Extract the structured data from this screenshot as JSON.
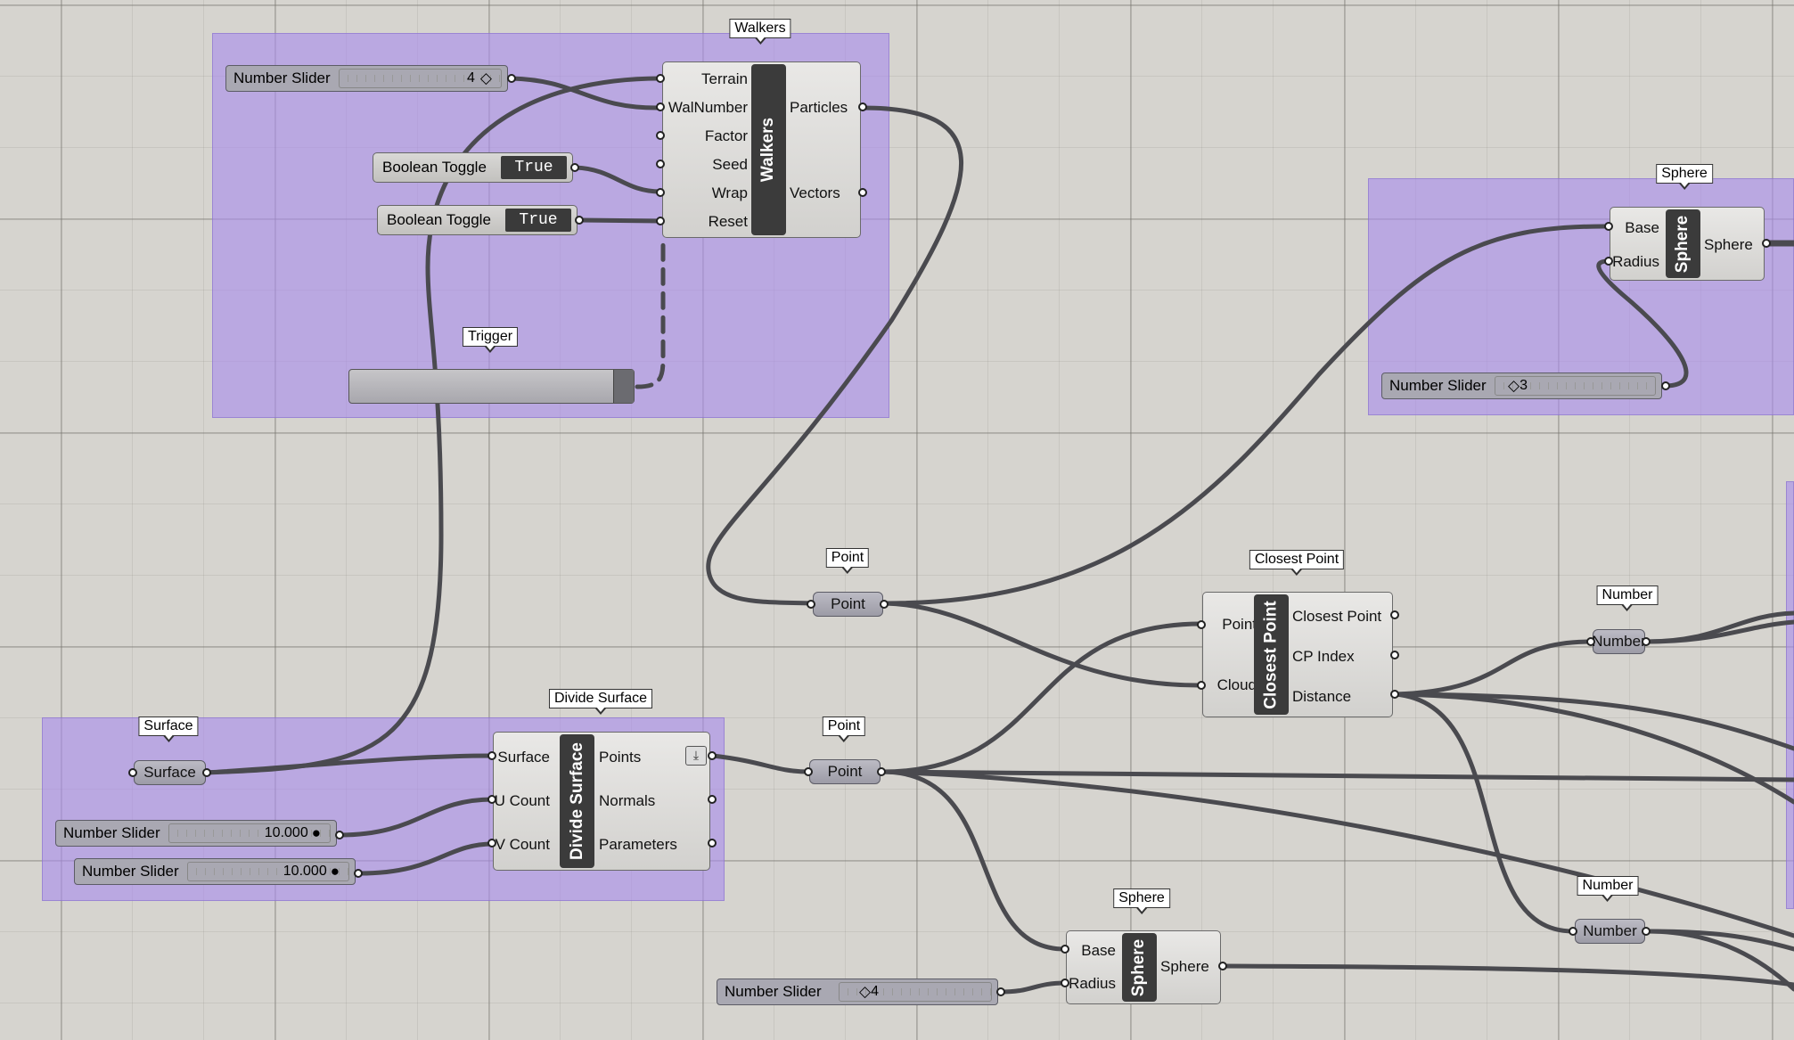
{
  "bubbles": {
    "walkers": "Walkers",
    "trigger": "Trigger",
    "sphere_top": "Sphere",
    "point_upper": "Point",
    "closest_point": "Closest Point",
    "number_upper": "Number",
    "surface": "Surface",
    "divide_surface": "Divide Surface",
    "point_lower": "Point",
    "sphere_bottom": "Sphere",
    "number_lower": "Number"
  },
  "walkers": {
    "name": "Walkers",
    "inputs": [
      "Terrain",
      "WalNumber",
      "Factor",
      "Seed",
      "Wrap",
      "Reset"
    ],
    "outputs": [
      "Particles",
      "Vectors"
    ]
  },
  "sphere_top": {
    "name": "Sphere",
    "inputs": [
      "Base",
      "Radius"
    ],
    "outputs": [
      "Sphere"
    ]
  },
  "closest_point": {
    "name": "Closest Point",
    "inputs": [
      "Point",
      "Cloud"
    ],
    "outputs": [
      "Closest Point",
      "CP Index",
      "Distance"
    ]
  },
  "divide_surface": {
    "name": "Divide Surface",
    "inputs": [
      "Surface",
      "U Count",
      "V Count"
    ],
    "outputs": [
      "Points",
      "Normals",
      "Parameters"
    ]
  },
  "sphere_bottom": {
    "name": "Sphere",
    "inputs": [
      "Base",
      "Radius"
    ],
    "outputs": [
      "Sphere"
    ]
  },
  "params": {
    "point_upper": "Point",
    "point_lower": "Point",
    "surface": "Surface",
    "number_upper": "Number",
    "number_lower": "Number"
  },
  "sliders": {
    "walkers_count": {
      "label": "Number Slider",
      "value": "4"
    },
    "sphere_radius_top": {
      "label": "Number Slider",
      "value": "3"
    },
    "u_count": {
      "label": "Number Slider",
      "value": "10.000"
    },
    "v_count": {
      "label": "Number Slider",
      "value": "10.000"
    },
    "sphere_radius_bottom": {
      "label": "Number Slider",
      "value": "4"
    }
  },
  "toggles": {
    "wrap": {
      "label": "Boolean Toggle",
      "value": "True"
    },
    "reset": {
      "label": "Boolean Toggle",
      "value": "True"
    }
  },
  "colors": {
    "canvas": "#d6d4cf",
    "group": "#b39cec",
    "wire": "#4a4a4f",
    "component_strip": "#3b3b3b"
  },
  "icons": {
    "divide_surface_flag": "arrow-down-icon"
  }
}
